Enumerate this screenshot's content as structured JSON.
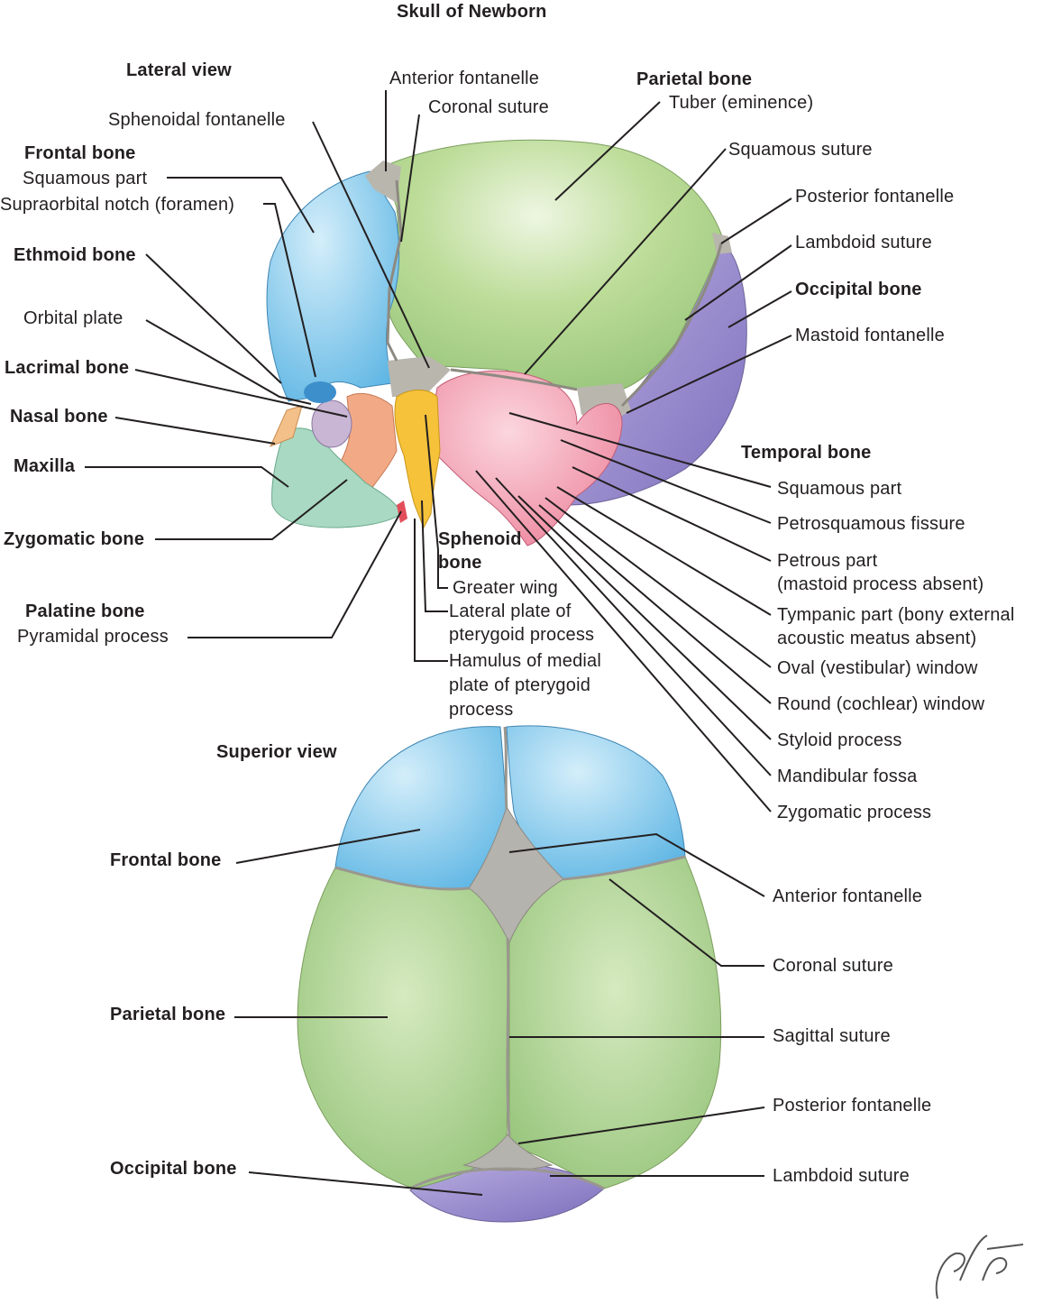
{
  "title": "Skull of Newborn",
  "lateral": {
    "heading": "Lateral view",
    "left_labels": {
      "sphenoidal_fontanelle": "Sphenoidal fontanelle",
      "frontal_bone": "Frontal bone",
      "frontal_squamous": "Squamous part",
      "supraorbital_notch": "Supraorbital notch (foramen)",
      "ethmoid_bone": "Ethmoid bone",
      "orbital_plate": "Orbital plate",
      "lacrimal_bone": "Lacrimal bone",
      "nasal_bone": "Nasal bone",
      "maxilla": "Maxilla",
      "zygomatic_bone": "Zygomatic bone",
      "palatine_bone": "Palatine bone",
      "pyramidal_process": "Pyramidal process"
    },
    "top_labels": {
      "anterior_fontanelle": "Anterior fontanelle",
      "coronal_suture": "Coronal suture",
      "parietal_bone": "Parietal bone",
      "tuber": "Tuber (eminence)",
      "squamous_suture": "Squamous suture",
      "posterior_fontanelle": "Posterior fontanelle",
      "lambdoid_suture": "Lambdoid suture",
      "occipital_bone": "Occipital bone",
      "mastoid_fontanelle": "Mastoid fontanelle"
    },
    "temporal": {
      "heading": "Temporal bone",
      "squamous_part": "Squamous part",
      "petrosquamous_fissure": "Petrosquamous fissure",
      "petrous_part_1": "Petrous part",
      "petrous_part_2": "(mastoid process absent)",
      "tympanic_part_1": "Tympanic part (bony external",
      "tympanic_part_2": "acoustic meatus absent)",
      "oval_window": "Oval (vestibular) window",
      "round_window": "Round (cochlear) window",
      "styloid_process": "Styloid process",
      "mandibular_fossa": "Mandibular fossa",
      "zygomatic_process": "Zygomatic process"
    },
    "sphenoid": {
      "heading_1": "Sphenoid",
      "heading_2": "bone",
      "greater_wing": "Greater wing",
      "lateral_plate_1": "Lateral plate of",
      "lateral_plate_2": "pterygoid process",
      "hamulus_1": "Hamulus of medial",
      "hamulus_2": "plate of pterygoid",
      "hamulus_3": "process"
    }
  },
  "superior": {
    "heading": "Superior view",
    "frontal_bone": "Frontal bone",
    "parietal_bone": "Parietal bone",
    "occipital_bone": "Occipital bone",
    "anterior_fontanelle": "Anterior fontanelle",
    "coronal_suture": "Coronal suture",
    "sagittal_suture": "Sagittal suture",
    "posterior_fontanelle": "Posterior fontanelle",
    "lambdoid_suture": "Lambdoid suture"
  },
  "colors": {
    "frontal": "#7cc4ea",
    "parietal": "#b2d58c",
    "occipital": "#9c8ed0",
    "temporal": "#f2a3b4",
    "sphenoid": "#f5c23a",
    "zygomatic": "#f2a985",
    "maxilla": "#a9d9c2",
    "fontanelle": "#b5b3ae",
    "nasal": "#f4c08a",
    "orbit": "#b8a8c8"
  }
}
